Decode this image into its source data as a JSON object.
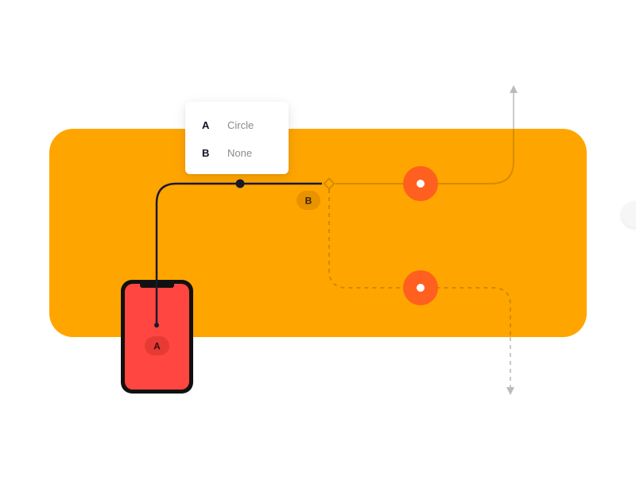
{
  "popover": {
    "rows": [
      {
        "key": "A",
        "value": "Circle"
      },
      {
        "key": "B",
        "value": "None"
      }
    ]
  },
  "markers": {
    "start": "A",
    "end": "B"
  },
  "colors": {
    "panel": "#FFA500",
    "phone_screen": "#FF4640",
    "phone_frame": "#111111",
    "node": "#FF5F1F",
    "line_dark": "#1A1A2E",
    "chip_b": "#E89200",
    "chip_a": "#E83A35",
    "line_faded": "#D18A00",
    "arrow_line": "#CCCCCC"
  },
  "icons": {
    "endpoint": "diamond-icon",
    "handle": "circle-dot-icon",
    "arrow_up": "arrow-up-icon",
    "arrow_down": "arrow-down-icon"
  }
}
